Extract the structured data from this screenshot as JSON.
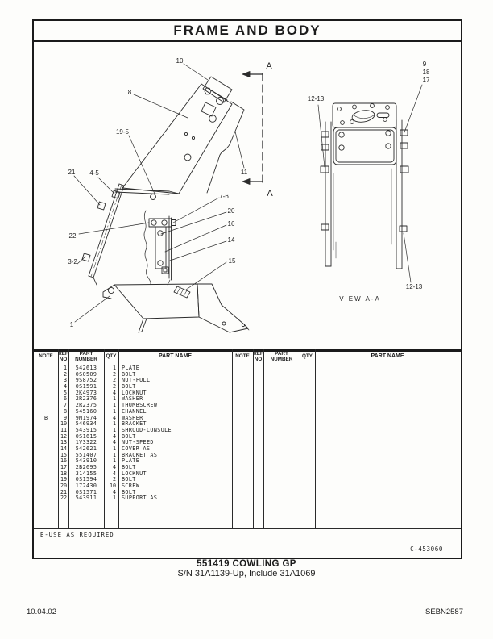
{
  "page": {
    "title": "FRAME AND BODY",
    "note_footer": "B-USE AS REQUIRED",
    "figure_code": "C-453060",
    "caption_title": "551419 COWLING GP",
    "caption_subtitle": "S/N 31A1139-Up, Include 31A1069",
    "footer_date": "10.04.02",
    "footer_doc": "SEBN2587"
  },
  "diagram": {
    "main_callouts": [
      "10",
      "8",
      "19-5",
      "11",
      "21",
      "4-5",
      "22",
      "3-2",
      "1",
      "7-6",
      "20",
      "16",
      "14",
      "15"
    ],
    "section_labels": [
      "A",
      "A"
    ],
    "view_callouts": [
      "12-13",
      "9",
      "18",
      "17",
      "12-13"
    ],
    "view_label": "VIEW A-A"
  },
  "parts_table": {
    "col_headers": {
      "note": "NOTE",
      "ref1": "REF",
      "ref2": "NO",
      "part1": "PART",
      "part2": "NUMBER",
      "qty": "QTY",
      "name": "PART NAME"
    },
    "rows": [
      {
        "note": "",
        "ref": "1",
        "part": "542613",
        "qty": "1",
        "name": "PLATE"
      },
      {
        "note": "",
        "ref": "2",
        "part": "0S0509",
        "qty": "2",
        "name": "BOLT"
      },
      {
        "note": "",
        "ref": "3",
        "part": "9S8752",
        "qty": "2",
        "name": "NUT-FULL"
      },
      {
        "note": "",
        "ref": "4",
        "part": "0S1591",
        "qty": "2",
        "name": "BOLT"
      },
      {
        "note": "",
        "ref": "5",
        "part": "2K4973",
        "qty": "4",
        "name": "LOCKNUT"
      },
      {
        "note": "",
        "ref": "6",
        "part": "2R2376",
        "qty": "1",
        "name": "WASHER"
      },
      {
        "note": "",
        "ref": "7",
        "part": "2R2375",
        "qty": "1",
        "name": "THUMBSCREW"
      },
      {
        "note": "",
        "ref": "8",
        "part": "545160",
        "qty": "1",
        "name": "CHANNEL"
      },
      {
        "note": "B",
        "ref": "9",
        "part": "9M1974",
        "qty": "4",
        "name": "WASHER"
      },
      {
        "note": "",
        "ref": "10",
        "part": "546934",
        "qty": "1",
        "name": "BRACKET"
      },
      {
        "note": "",
        "ref": "11",
        "part": "543915",
        "qty": "1",
        "name": "SHROUD-CONSOLE"
      },
      {
        "note": "",
        "ref": "12",
        "part": "0S1615",
        "qty": "4",
        "name": "BOLT"
      },
      {
        "note": "",
        "ref": "13",
        "part": "1V3322",
        "qty": "4",
        "name": "NUT-SPEED"
      },
      {
        "note": "",
        "ref": "14",
        "part": "542621",
        "qty": "1",
        "name": "COVER AS"
      },
      {
        "note": "",
        "ref": "15",
        "part": "551407",
        "qty": "1",
        "name": "BRACKET AS"
      },
      {
        "note": "",
        "ref": "16",
        "part": "543910",
        "qty": "1",
        "name": "PLATE"
      },
      {
        "note": "",
        "ref": "17",
        "part": "2B2695",
        "qty": "4",
        "name": "BOLT"
      },
      {
        "note": "",
        "ref": "18",
        "part": "314155",
        "qty": "4",
        "name": "LOCKNUT"
      },
      {
        "note": "",
        "ref": "19",
        "part": "0S1594",
        "qty": "2",
        "name": "BOLT"
      },
      {
        "note": "",
        "ref": "20",
        "part": "172430",
        "qty": "10",
        "name": "SCREW"
      },
      {
        "note": "",
        "ref": "21",
        "part": "0S1571",
        "qty": "4",
        "name": "BOLT"
      },
      {
        "note": "",
        "ref": "22",
        "part": "543911",
        "qty": "1",
        "name": "SUPPORT AS"
      }
    ]
  }
}
